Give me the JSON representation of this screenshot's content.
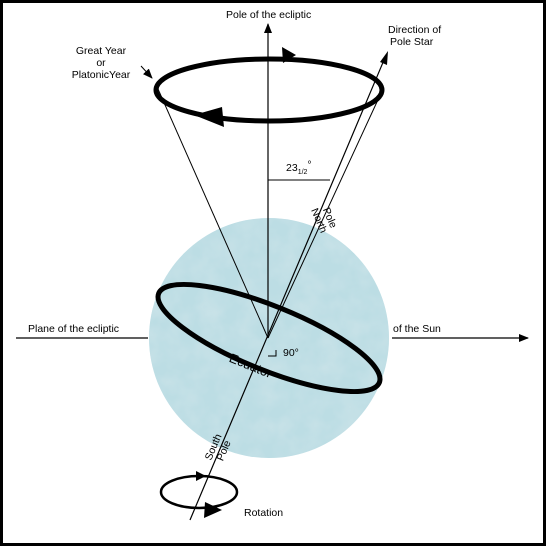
{
  "labels": {
    "pole_of_ecliptic": "Pole of the ecliptic",
    "great_year_line1": "Great Year",
    "great_year_line2": "or",
    "great_year_line3": "PlatonicYear",
    "direction_line1": "Direction of",
    "direction_line2": "Pole Star",
    "tilt_angle_main": "23",
    "tilt_angle_fraction": "1/2",
    "tilt_angle_degree": "°",
    "north_pole_line1": "North",
    "north_pole_line2": "Pole",
    "plane_of_ecliptic": "Plane of the ecliptic",
    "of_the_sun": "of the Sun",
    "right_angle": "90°",
    "equator": "Ecuator",
    "south_pole_line1": "South",
    "south_pole_line2": "Pole",
    "rotation": "Rotation"
  },
  "colors": {
    "globe": "#bcdde4",
    "globe_texture": "#a6ccd6",
    "ink": "#000000",
    "background": "#ffffff"
  }
}
